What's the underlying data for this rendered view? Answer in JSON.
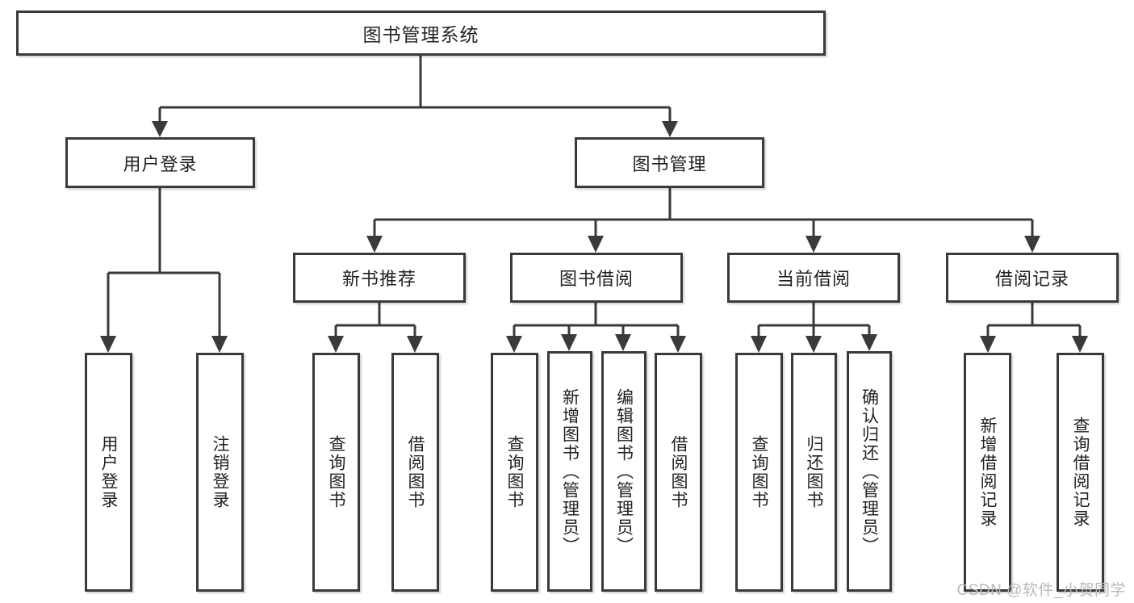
{
  "diagram": {
    "title": "图书管理系统",
    "watermark": "CSDN @软件_小贺同学",
    "root": {
      "label": "图书管理系统"
    },
    "level2": [
      {
        "label": "用户登录"
      },
      {
        "label": "图书管理"
      }
    ],
    "level3": [
      {
        "label": "新书推荐"
      },
      {
        "label": "图书借阅"
      },
      {
        "label": "当前借阅"
      },
      {
        "label": "借阅记录"
      }
    ],
    "leaves": {
      "user_login": [
        {
          "label": "用户登录"
        },
        {
          "label": "注销登录"
        }
      ],
      "new_book_recommend": [
        {
          "label": "查询图书"
        },
        {
          "label": "借阅图书"
        }
      ],
      "book_borrow": [
        {
          "label": "查询图书"
        },
        {
          "label": "新增图书（管理员）"
        },
        {
          "label": "编辑图书（管理员）"
        },
        {
          "label": "借阅图书"
        }
      ],
      "current_borrow": [
        {
          "label": "查询图书"
        },
        {
          "label": "归还图书"
        },
        {
          "label": "确认归还（管理员）"
        }
      ],
      "borrow_record": [
        {
          "label": "新增借阅记录"
        },
        {
          "label": "查询借阅记录"
        }
      ]
    },
    "colors": {
      "stroke": "#3a3a3a",
      "background": "#ffffff",
      "text": "#222222",
      "watermark": "#b9b9b9"
    }
  }
}
